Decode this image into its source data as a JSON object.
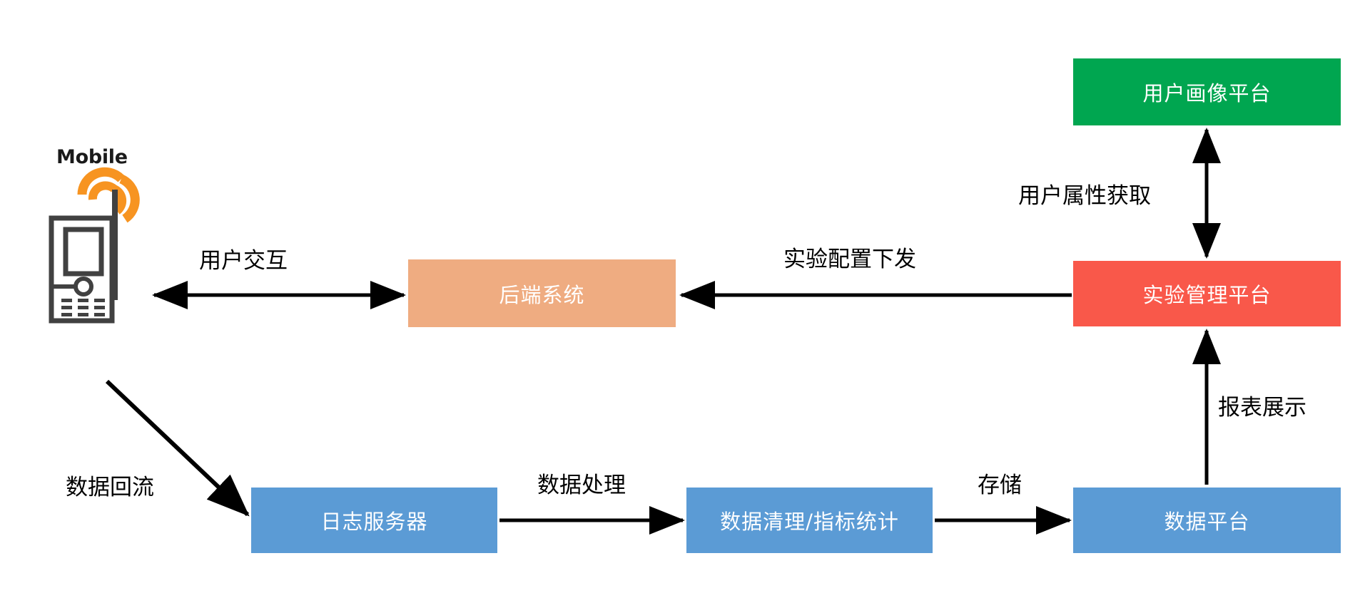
{
  "diagram": {
    "title_label": "Mobile",
    "nodes": [
      {
        "id": "user-profile",
        "label": "用户画像平台",
        "color": "#00A650"
      },
      {
        "id": "experiment",
        "label": "实验管理平台",
        "color": "#F9584A"
      },
      {
        "id": "backend",
        "label": "后端系统",
        "color": "#EFAC81"
      },
      {
        "id": "log-server",
        "label": "日志服务器",
        "color": "#5B9BD5"
      },
      {
        "id": "data-clean",
        "label": "数据清理/指标统计",
        "color": "#5B9BD5"
      },
      {
        "id": "data-platform",
        "label": "数据平台",
        "color": "#5B9BD5"
      }
    ],
    "edges": [
      {
        "id": "user-interaction",
        "label": "用户交互",
        "from": "mobile",
        "to": "backend",
        "direction": "both"
      },
      {
        "id": "exp-config",
        "label": "实验配置下发",
        "from": "experiment",
        "to": "backend",
        "direction": "left"
      },
      {
        "id": "user-attr",
        "label": "用户属性获取",
        "from": "experiment",
        "to": "user-profile",
        "direction": "both"
      },
      {
        "id": "report",
        "label": "报表展示",
        "from": "data-platform",
        "to": "experiment",
        "direction": "up"
      },
      {
        "id": "data-backflow",
        "label": "数据回流",
        "from": "mobile",
        "to": "log-server",
        "direction": "down-right"
      },
      {
        "id": "data-process",
        "label": "数据处理",
        "from": "log-server",
        "to": "data-clean",
        "direction": "right"
      },
      {
        "id": "storage",
        "label": "存储",
        "from": "data-clean",
        "to": "data-platform",
        "direction": "right"
      }
    ],
    "icons": {
      "mobile_phone": "mobile-phone-icon",
      "signal_waves": "wifi-signal-icon"
    },
    "colors": {
      "green": "#00A650",
      "red": "#F9584A",
      "peach": "#EFAC81",
      "blue": "#5B9BD5",
      "orange": "#F79421",
      "phone_outline": "#414141",
      "arrow": "#000000",
      "background": "#FFFFFF"
    }
  }
}
